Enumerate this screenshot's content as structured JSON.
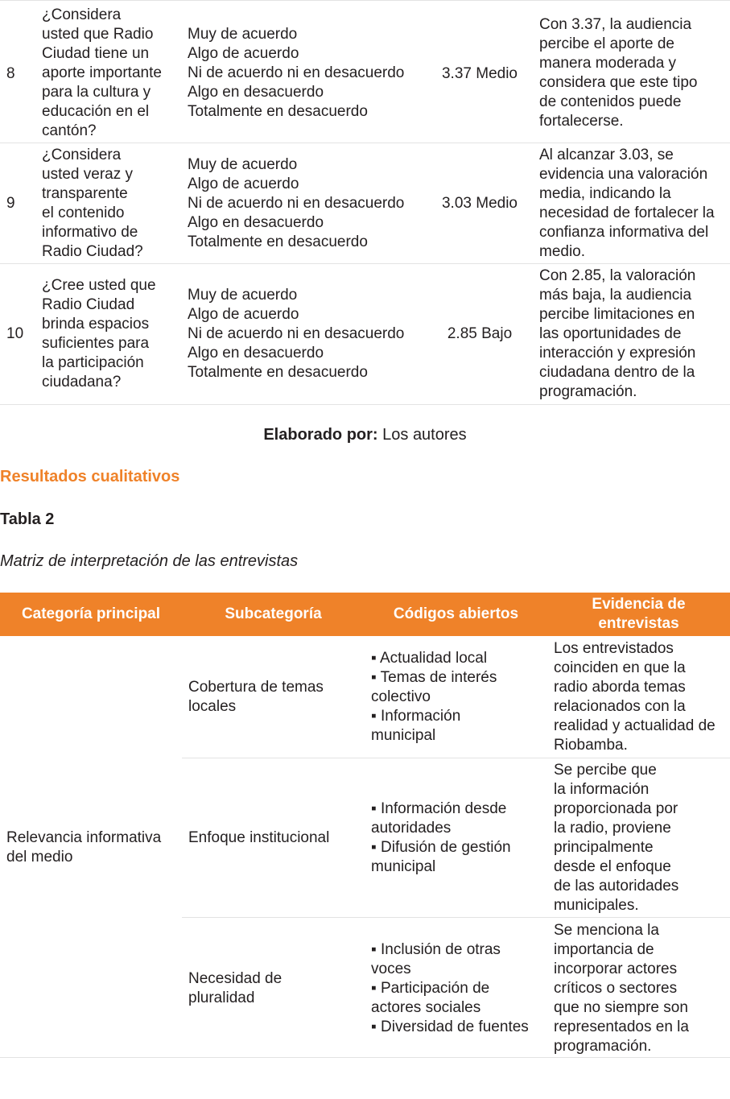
{
  "table1": {
    "rows": [
      {
        "num": "8",
        "question": "¿Considera\nusted que Radio\nCiudad tiene un\naporte importante\npara la cultura y\neducación en el\ncantón?",
        "options": "Muy de acuerdo\nAlgo de acuerdo\nNi de acuerdo ni en desacuerdo\nAlgo en desacuerdo\nTotalmente en desacuerdo",
        "value": "3.37 Medio",
        "interpretation": "Con 3.37, la audiencia\npercibe el aporte de\nmanera moderada y\nconsidera que este tipo\nde contenidos puede\nfortalecerse."
      },
      {
        "num": "9",
        "question": "¿Considera\nusted veraz y\ntransparente\nel contenido\ninformativo de\nRadio Ciudad?",
        "options": "Muy de acuerdo\nAlgo de acuerdo\nNi de acuerdo ni en desacuerdo\nAlgo en desacuerdo\nTotalmente en desacuerdo",
        "value": "3.03 Medio",
        "interpretation": "Al alcanzar 3.03, se\nevidencia una valoración\nmedia, indicando la\nnecesidad de fortalecer la\nconfianza informativa del\nmedio."
      },
      {
        "num": "10",
        "question": "¿Cree usted que\nRadio Ciudad\nbrinda espacios\nsuficientes para\nla participación\nciudadana?",
        "options": "Muy de acuerdo\nAlgo de acuerdo\nNi de acuerdo ni en desacuerdo\nAlgo en desacuerdo\nTotalmente en desacuerdo",
        "value": "2.85 Bajo",
        "interpretation": "Con 2.85, la valoración\nmás baja, la audiencia\npercibe limitaciones en\nlas oportunidades de\ninteracción y expresión\nciudadana dentro de la\nprogramación."
      }
    ]
  },
  "caption": {
    "label": "Elaborado por:",
    "text": " Los autores"
  },
  "section_heading": "Resultados cualitativos",
  "table_label": "Tabla 2",
  "table_title": "Matriz de interpretación de las entrevistas",
  "table2": {
    "headers": [
      "Categoría principal",
      "Subcategoría",
      "Códigos abiertos",
      "Evidencia de\nentrevistas"
    ],
    "category": "Relevancia informativa\ndel medio",
    "rows": [
      {
        "subcategory": "Cobertura de temas\nlocales",
        "codes": "▪ Actualidad local\n▪ Temas de interés\ncolectivo\n ▪ Información\nmunicipal",
        "evidence": "Los entrevistados\ncoinciden en que la\nradio aborda temas\nrelacionados con la\nrealidad y actualidad de\nRiobamba."
      },
      {
        "subcategory": "Enfoque institucional",
        "codes": "▪ Información desde\nautoridades\n▪ Difusión de gestión\nmunicipal",
        "evidence": "Se percibe que\nla información\nproporcionada por\nla radio, proviene\nprincipalmente\ndesde el enfoque\nde las autoridades\nmunicipales."
      },
      {
        "subcategory": "Necesidad de\npluralidad",
        "codes": "▪ Inclusión de otras\nvoces\n▪ Participación de\nactores sociales\n▪ Diversidad de fuentes",
        "evidence": "Se menciona la\nimportancia de\nincorporar actores\ncríticos o sectores\nque no siempre son\nrepresentados en la\nprogramación."
      }
    ]
  },
  "colors": {
    "accent": "#ef8229",
    "text": "#231f20",
    "rule": "#e3e3e3"
  }
}
